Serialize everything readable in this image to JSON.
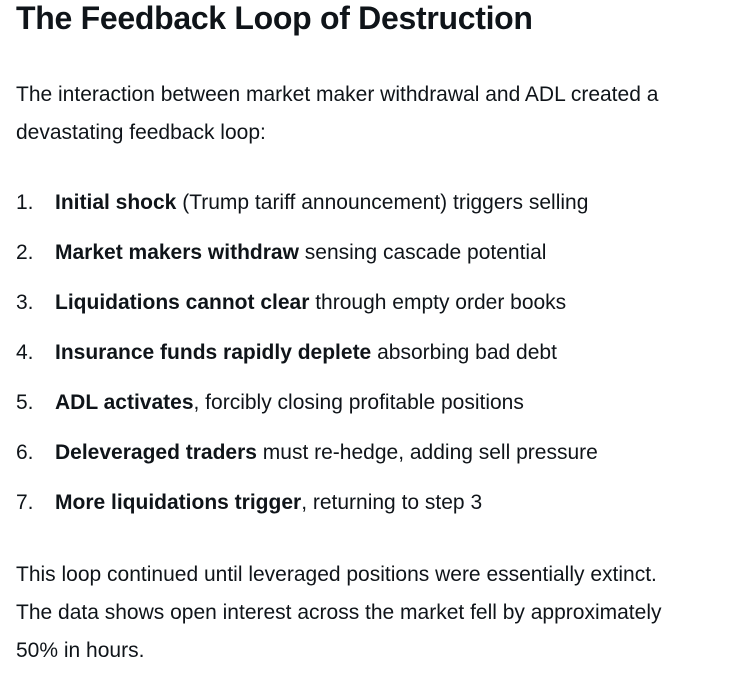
{
  "colors": {
    "text": "#0f1419",
    "background": "#ffffff"
  },
  "article": {
    "heading": "The Feedback Loop of Destruction",
    "intro": "The interaction between market maker withdrawal and ADL created a devastating feedback loop:",
    "list": [
      {
        "num": "1.",
        "bold": "Initial shock",
        "rest": " (Trump tariff announcement) triggers selling"
      },
      {
        "num": "2.",
        "bold": "Market makers withdraw",
        "rest": " sensing cascade potential"
      },
      {
        "num": "3.",
        "bold": "Liquidations cannot clear",
        "rest": " through empty order books"
      },
      {
        "num": "4.",
        "bold": "Insurance funds rapidly deplete",
        "rest": " absorbing bad debt"
      },
      {
        "num": "5.",
        "bold": "ADL activates",
        "rest": ", forcibly closing profitable positions"
      },
      {
        "num": "6.",
        "bold": "Deleveraged traders",
        "rest": " must re-hedge, adding sell pressure"
      },
      {
        "num": "7.",
        "bold": "More liquidations trigger",
        "rest": ", returning to step 3"
      }
    ],
    "outro": "This loop continued until leveraged positions were essentially extinct. The data shows open interest across the market fell by approximately 50% in hours."
  }
}
